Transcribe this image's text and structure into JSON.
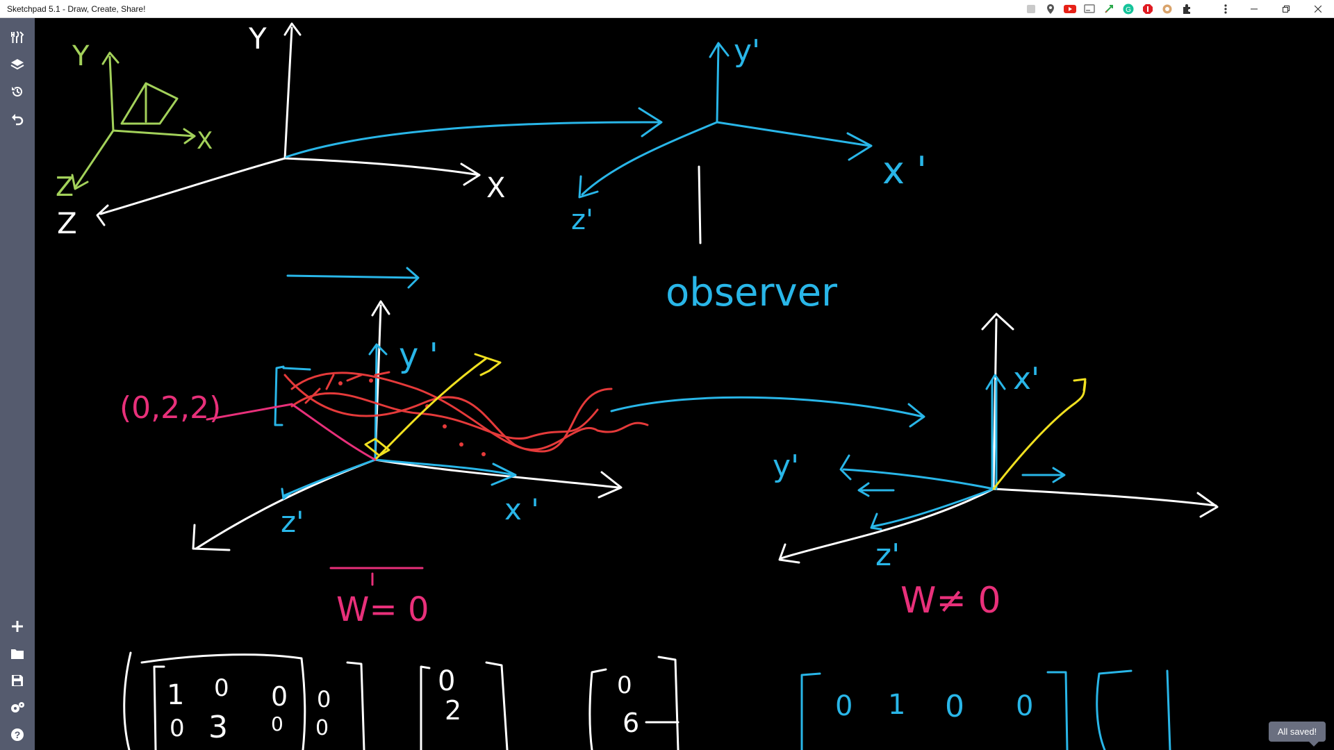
{
  "window": {
    "title": "Sketchpad 5.1 - Draw, Create, Share!",
    "controls": [
      "minimize",
      "restore",
      "close"
    ]
  },
  "extensions": [
    "puzzle-gray-icon",
    "map-pin-icon",
    "youtube-icon",
    "cast-icon",
    "rocket-icon",
    "grammarly-icon",
    "adblock-icon",
    "cookie-icon",
    "extensions-icon",
    "menu-dots-icon"
  ],
  "sidebar": {
    "top_tools": [
      "tools-icon",
      "layers-icon",
      "history-icon",
      "undo-icon"
    ],
    "bottom_tools": [
      "new-icon",
      "open-folder-icon",
      "save-icon",
      "settings-icon",
      "help-icon"
    ]
  },
  "colors": {
    "ink_white": "#ffffff",
    "ink_cyan": "#29b6e8",
    "ink_green": "#a3d15a",
    "ink_red": "#e53a3a",
    "ink_yellow": "#f0e020",
    "ink_pink": "#e8307a",
    "sidebar": "#555b6e"
  },
  "drawing": {
    "labels": {
      "y_top": "Y",
      "x_top": "X",
      "z_top": "Z",
      "green_y": "Y",
      "green_x": "X",
      "green_z": "Z",
      "y_prime_top": "y'",
      "x_prime_top": "x '",
      "z_prime_top": "z'",
      "observer": "observer",
      "y_prime_mid": "y '",
      "z_prime_mid": "z'",
      "x_prime_mid": "x '",
      "coords": "(0,2,2)",
      "w_eq": "W= 0",
      "x_prime_right": "x'",
      "y_prime_right": "y'",
      "z_prime_right": "z'",
      "w_neq": "W≠ 0"
    },
    "matrix_white": [
      "1",
      "0",
      "0",
      "0",
      "0",
      "3",
      "0",
      "0"
    ],
    "vector_white": [
      "0",
      "2"
    ],
    "vector_white2": [
      "0",
      "6"
    ],
    "matrix_cyan": [
      "0",
      "1",
      "0",
      "0"
    ]
  },
  "toast": {
    "text": "All saved!"
  }
}
